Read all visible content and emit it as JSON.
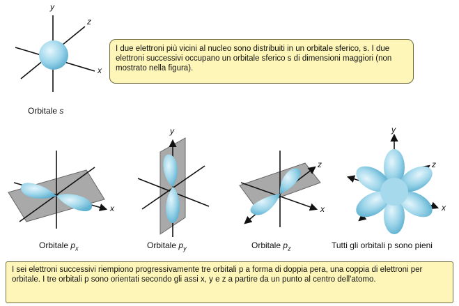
{
  "s_orbital": {
    "axis_y": "y",
    "axis_z": "z",
    "axis_x": "x",
    "caption_text": "Orbitale",
    "caption_symbol": "s"
  },
  "note_top": {
    "text": "I due elettroni più vicini al nucleo sono distribuiti in un orbitale sferico, s. I due elettroni successivi occupano un orbitale sferico s di dimensioni maggiori (non mostrato nella figura)."
  },
  "px": {
    "axis_x": "x",
    "caption_text": "Orbitale",
    "caption_symbol": "p",
    "caption_sub": "x"
  },
  "py": {
    "axis_y": "y",
    "caption_text": "Orbitale",
    "caption_symbol": "p",
    "caption_sub": "y"
  },
  "pz": {
    "axis_z": "z",
    "axis_x": "x",
    "caption_text": "Orbitale",
    "caption_symbol": "p",
    "caption_sub": "z"
  },
  "all_p": {
    "axis_y": "y",
    "axis_z": "z",
    "axis_x": "x",
    "caption": "Tutti gli orbitali p sono pieni"
  },
  "note_bottom": {
    "text": "I sei elettroni successivi riempiono progressivamente tre orbitali p a forma di doppia pera, una coppia di elettroni per orbitale. I tre orbitali p sono orientati secondo gli assi x, y e z a partire da un punto al centro dell'atomo."
  },
  "colors": {
    "lobe_light": "#dff3fb",
    "lobe_mid": "#9fd6ea",
    "lobe_dark": "#5fb1d1",
    "plane": "#9a9a9a",
    "note_bg": "#fdf6b8",
    "note_border": "#6f6a3e"
  }
}
